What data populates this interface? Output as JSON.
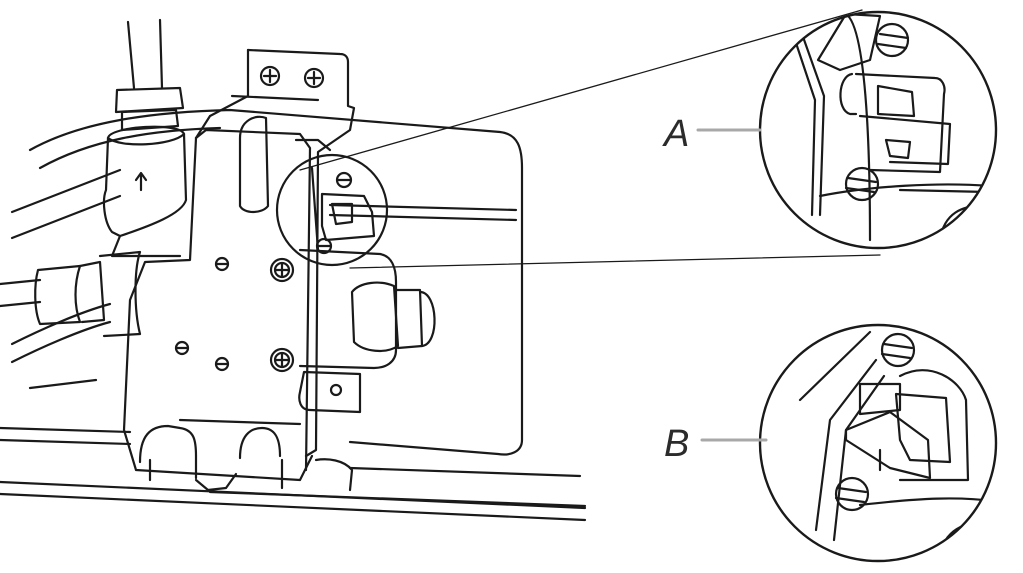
{
  "callouts": [
    {
      "label": "A"
    },
    {
      "label": "B"
    }
  ],
  "colors": {
    "line": "#1a1a1a",
    "leader": "#a8a8a8",
    "label": "#2b2b2b",
    "background": "#ffffff"
  },
  "illustration": "valve-assembly-line-drawing",
  "icons": {
    "flow_arrow": "up-arrow-icon",
    "screw": "phillips-screw-icon",
    "slotted_screw": "slotted-screw-icon"
  }
}
